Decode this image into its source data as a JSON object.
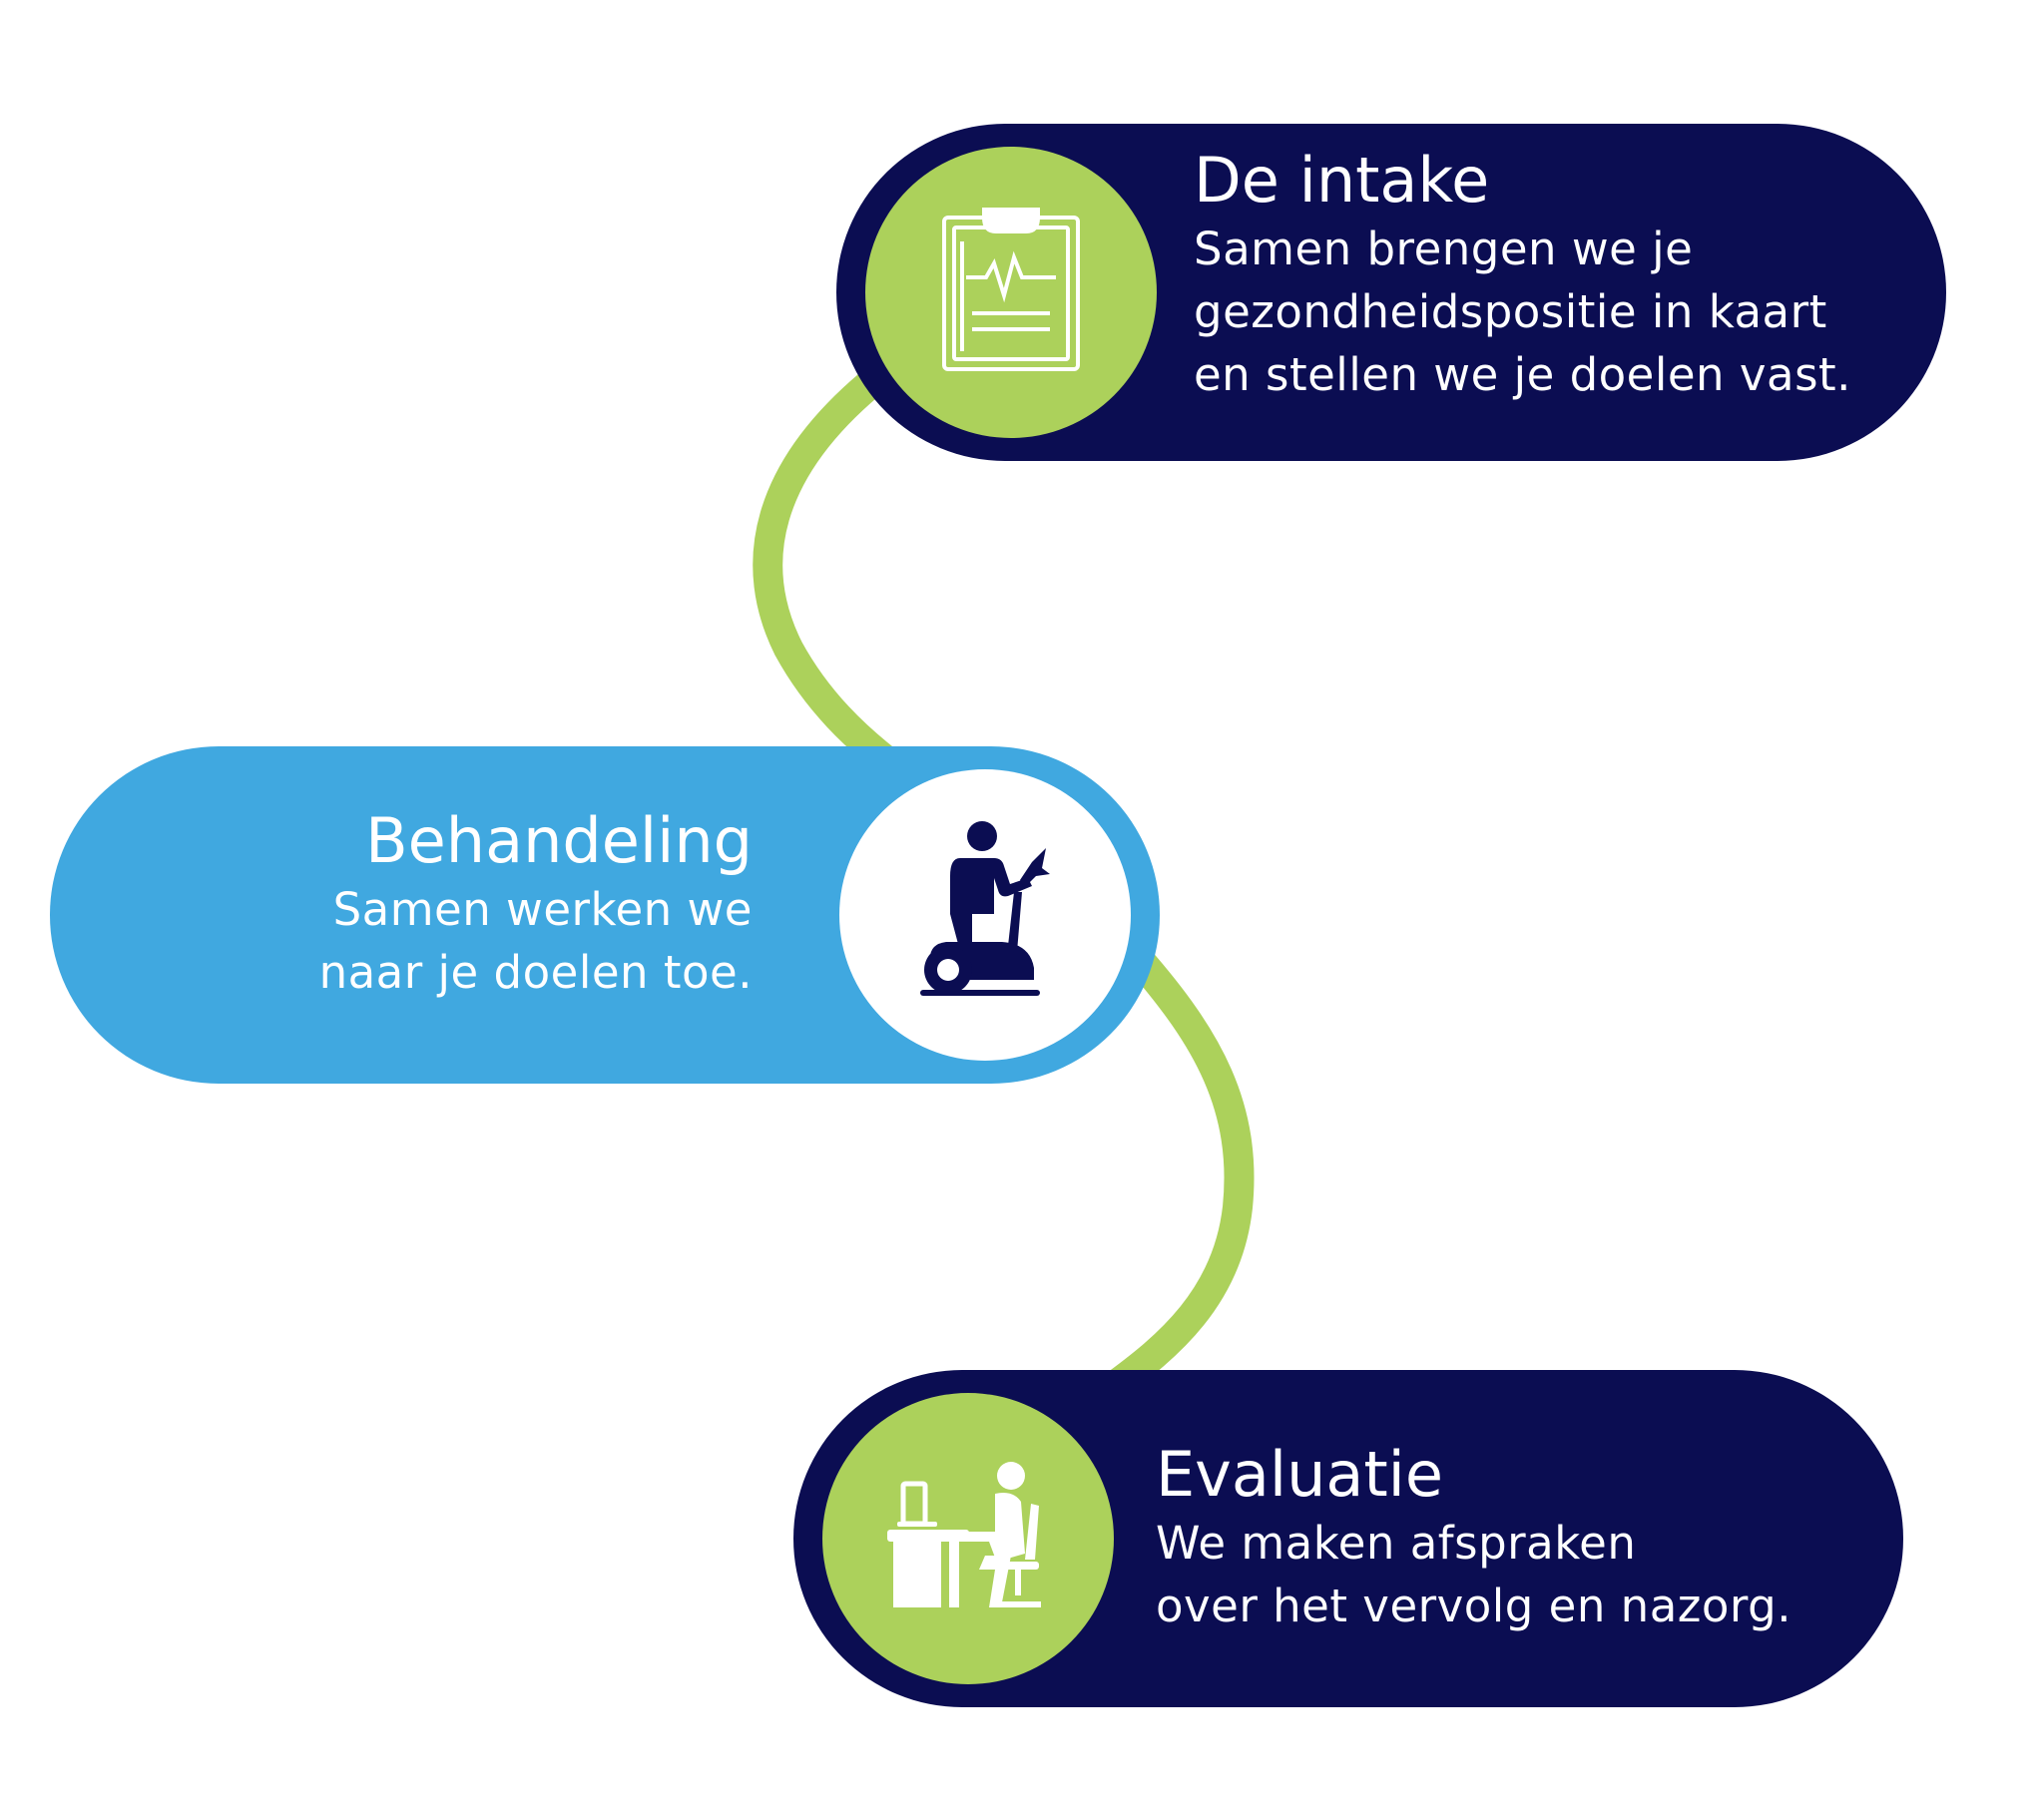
{
  "steps": [
    {
      "id": "intake",
      "title": "De intake",
      "description_lines": [
        "Samen brengen we je",
        "gezondheidspositie in kaart",
        "en stellen we je doelen vast."
      ],
      "icon": "medical-clipboard-icon"
    },
    {
      "id": "behandeling",
      "title": "Behandeling",
      "description_lines": [
        "Samen werken we",
        "naar je doelen toe."
      ],
      "icon": "exercise-bike-icon"
    },
    {
      "id": "evaluatie",
      "title": "Evaluatie",
      "description_lines": [
        "We maken afspraken",
        "over het vervolg en nazorg."
      ],
      "icon": "desk-worker-icon"
    }
  ],
  "colors": {
    "navy": "#0b0d52",
    "blue": "#40a8e0",
    "green": "#acd15b",
    "white": "#ffffff"
  }
}
